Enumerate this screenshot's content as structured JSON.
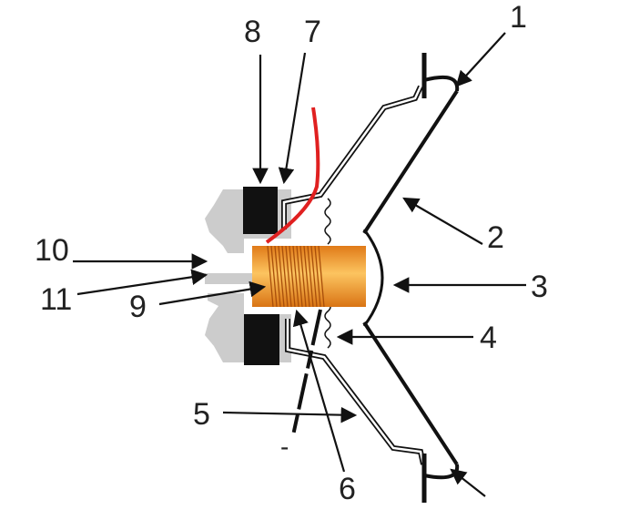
{
  "title": "Loudspeaker cross-section",
  "labels": [
    "1",
    "2",
    "3",
    "4",
    "5",
    "6",
    "7",
    "8",
    "9",
    "10",
    "11"
  ],
  "polarity_minus": "-",
  "colors": {
    "coil": "#e8902a",
    "wire_red": "#e02020",
    "pole": "#cccccc",
    "magnet": "#111111"
  }
}
